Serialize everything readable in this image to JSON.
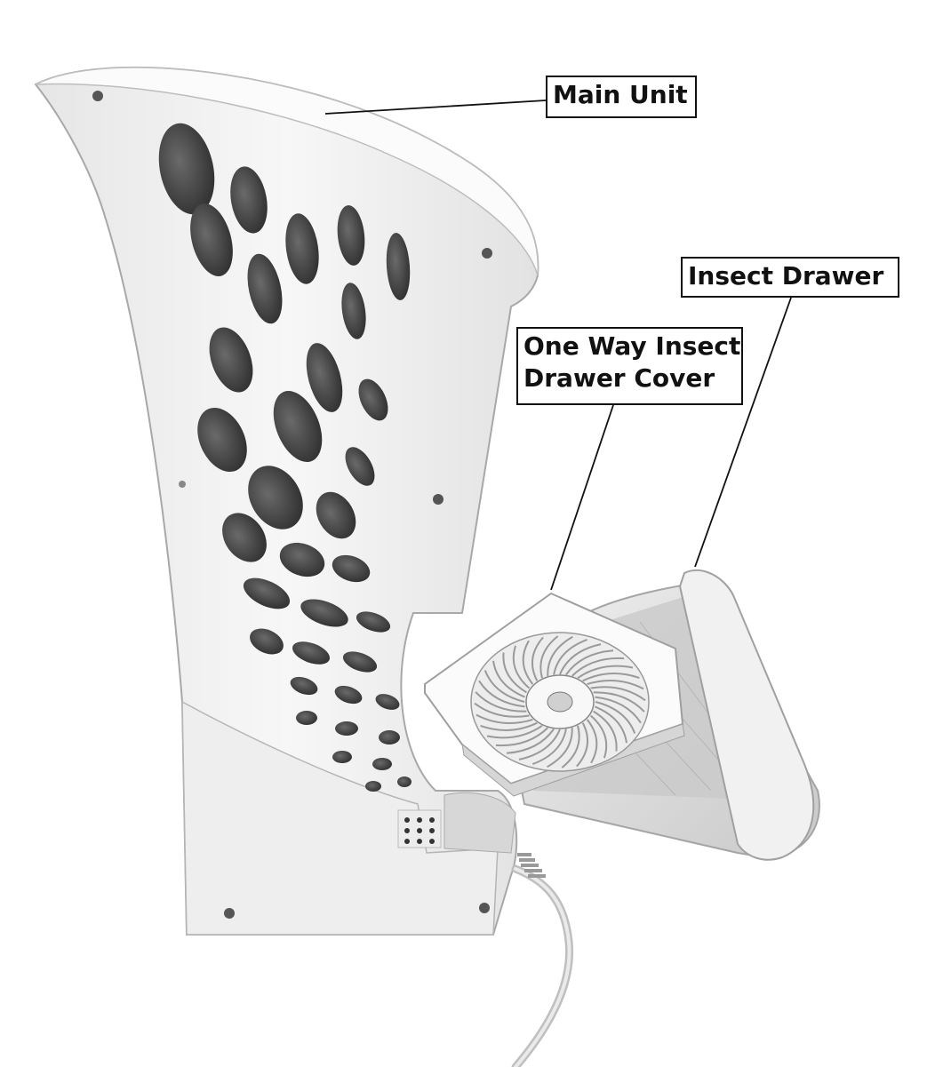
{
  "labels": {
    "main_unit": "Main Unit",
    "insect_drawer": "Insect Drawer",
    "cover_line1": "One Way Insect",
    "cover_line2": "Drawer Cover"
  },
  "colors": {
    "body": "#f4f4f4",
    "shade": "#d9d9d9",
    "hole": "#3c3c3c",
    "outline": "#b8b8b8",
    "leader": "#111111"
  },
  "icons": {
    "fan": "fan-icon",
    "cord": "power-cord"
  }
}
